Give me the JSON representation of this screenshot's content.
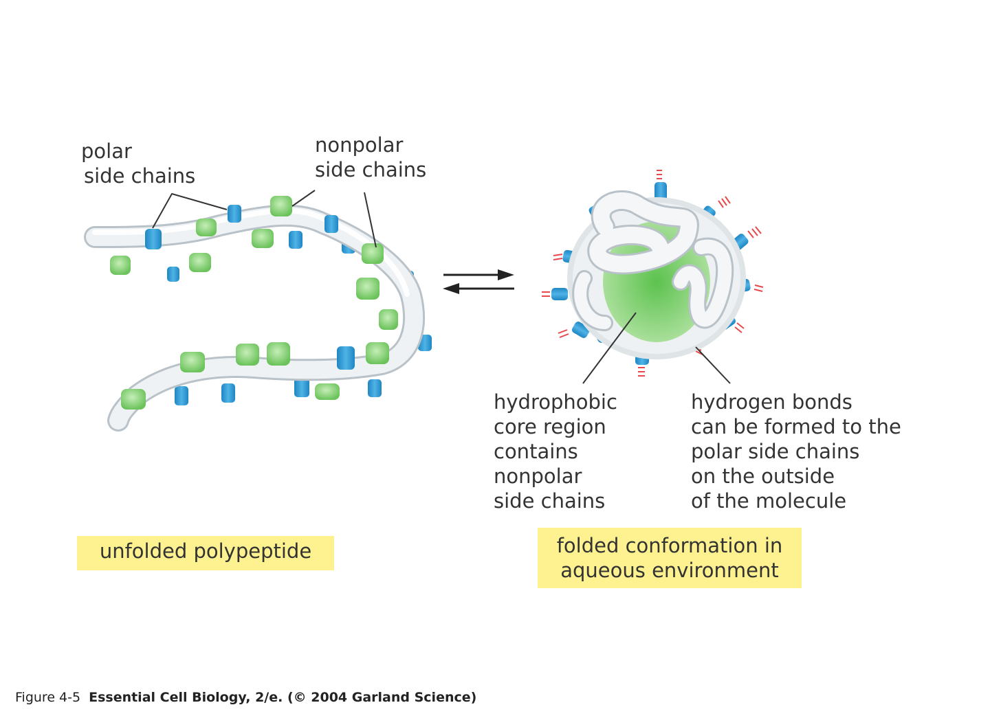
{
  "labels": {
    "polar": [
      "polar",
      "side chains"
    ],
    "nonpolar": [
      "nonpolar",
      "side chains"
    ],
    "core": [
      "hydrophobic",
      "core region",
      "contains",
      "nonpolar",
      "side chains"
    ],
    "hbonds": [
      "hydrogen bonds",
      "can be formed to the",
      "polar side chains",
      "on the outside",
      "of the molecule"
    ]
  },
  "states": {
    "unfolded": [
      "unfolded polypeptide"
    ],
    "folded": [
      "folded conformation in",
      "aqueous environment"
    ]
  },
  "caption": {
    "figure": "Figure 4-5",
    "source": "Essential Cell Biology, 2/e. (© 2004 Garland Science)"
  },
  "colors": {
    "polar_side_chain": "#2f9fd8",
    "nonpolar_side_chain": "#7ccf6a",
    "backbone": "#e9edf0",
    "highlight": "#fdf28f",
    "hydrogen_bond": "#e8474b"
  }
}
